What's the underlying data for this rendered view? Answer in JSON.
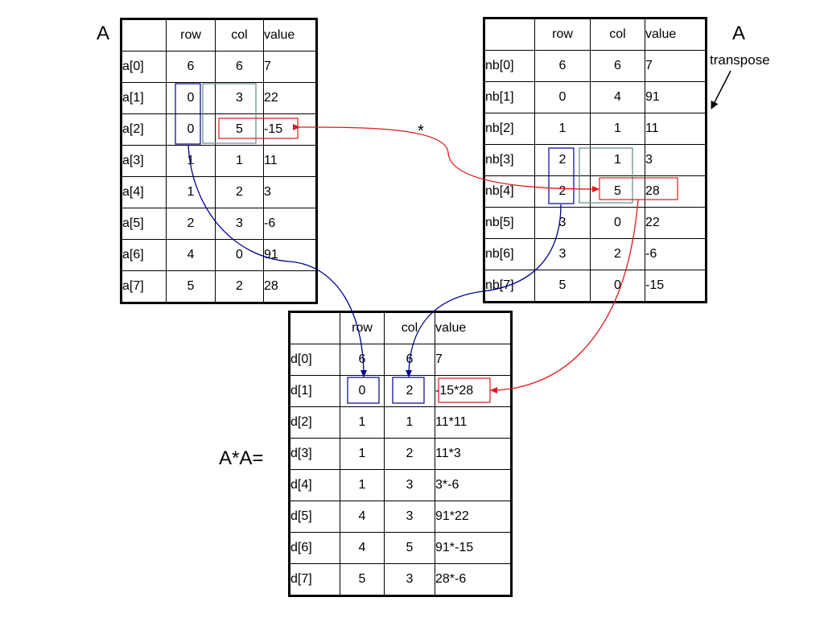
{
  "labels": {
    "matrix_a_left": "A",
    "matrix_a_right": "A",
    "transpose": "transpose",
    "multiply_mark": "*",
    "product": "A*A="
  },
  "table_a": {
    "headers": [
      "",
      "row",
      "col",
      "value"
    ],
    "rows": [
      [
        "a[0]",
        "6",
        "6",
        "7"
      ],
      [
        "a[1]",
        "0",
        "3",
        "22"
      ],
      [
        "a[2]",
        "0",
        "5",
        "-15"
      ],
      [
        "a[3]",
        "1",
        "1",
        "11"
      ],
      [
        "a[4]",
        "1",
        "2",
        "3"
      ],
      [
        "a[5]",
        "2",
        "3",
        "-6"
      ],
      [
        "a[6]",
        "4",
        "0",
        "91"
      ],
      [
        "a[7]",
        "5",
        "2",
        "28"
      ]
    ]
  },
  "table_nb": {
    "headers": [
      "",
      "row",
      "col",
      "value"
    ],
    "rows": [
      [
        "nb[0]",
        "6",
        "6",
        "7"
      ],
      [
        "nb[1]",
        "0",
        "4",
        "91"
      ],
      [
        "nb[2]",
        "1",
        "1",
        "11"
      ],
      [
        "nb[3]",
        "2",
        "1",
        "3"
      ],
      [
        "nb[4]",
        "2",
        "5",
        "28"
      ],
      [
        "nb[5]",
        "3",
        "0",
        "22"
      ],
      [
        "nb[6]",
        "3",
        "2",
        "-6"
      ],
      [
        "nb[7]",
        "5",
        "0",
        "-15"
      ]
    ]
  },
  "table_d": {
    "headers": [
      "",
      "row",
      "col",
      "value"
    ],
    "rows": [
      [
        "d[0]",
        "6",
        "6",
        "7"
      ],
      [
        "d[1]",
        "0",
        "2",
        "-15*28"
      ],
      [
        "d[2]",
        "1",
        "1",
        "11*11"
      ],
      [
        "d[3]",
        "1",
        "2",
        "11*3"
      ],
      [
        "d[4]",
        "1",
        "3",
        "3*-6"
      ],
      [
        "d[5]",
        "4",
        "3",
        "91*22"
      ],
      [
        "d[6]",
        "4",
        "5",
        "91*-15"
      ],
      [
        "d[7]",
        "5",
        "3",
        "28*-6"
      ]
    ]
  },
  "colors": {
    "blue": "#00008b",
    "red": "#e0191e",
    "teal": "#5f8a8b"
  }
}
